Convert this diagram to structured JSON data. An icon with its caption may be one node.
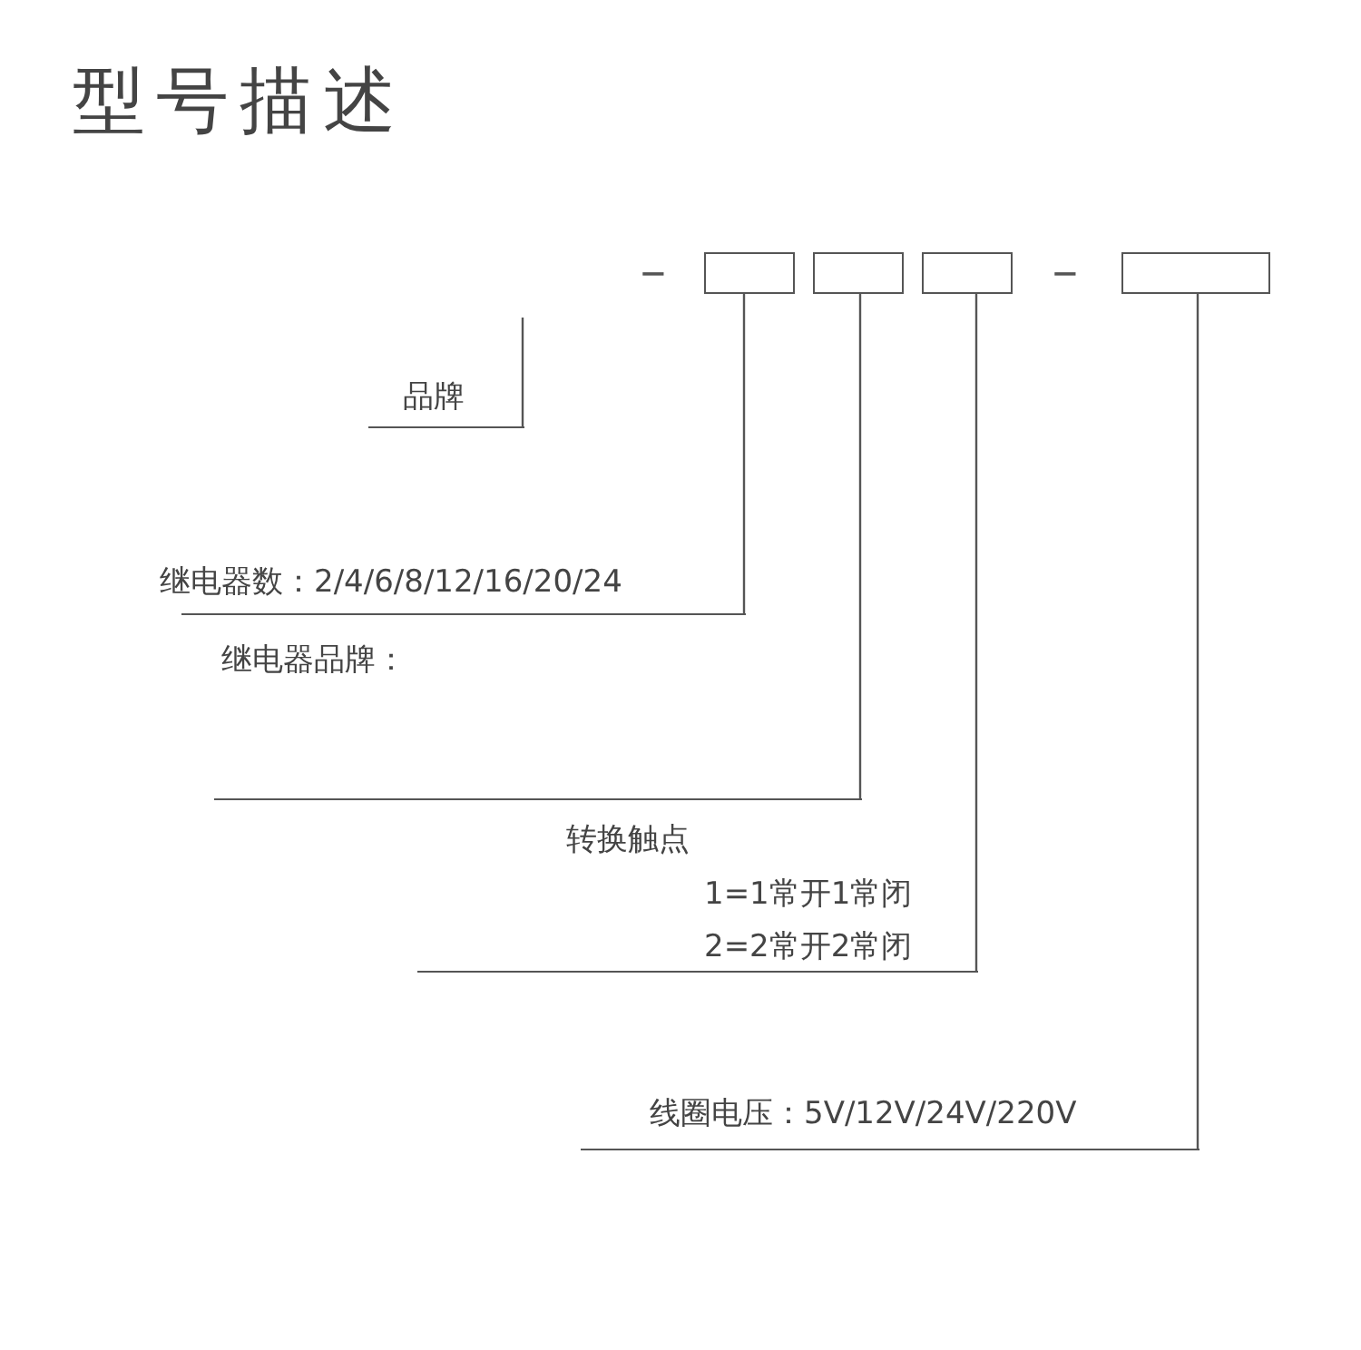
{
  "diagram": {
    "title": "型号描述",
    "nodes": [
      {
        "text": [],
        "shape": "box"
      },
      {
        "text": [],
        "shape": "box"
      },
      {
        "text": [],
        "shape": "box"
      },
      {
        "text": [],
        "shape": "box"
      },
      {
        "text": [
          "品牌"
        ]
      },
      {
        "text": [
          "继电器数：2/4/6/8/12/16/20/24"
        ]
      },
      {
        "text": [
          "继电器品牌："
        ]
      },
      {
        "text": [
          "转换触点",
          "1=1常开1常闭",
          "2=2常开2常闭"
        ]
      },
      {
        "text": [
          "线圈电压：5V/12V/24V/220V"
        ]
      }
    ],
    "edges": [
      {
        "from": null,
        "to": 4,
        "arrow": "none"
      },
      {
        "from": 0,
        "to": 5,
        "arrow": "none"
      },
      {
        "from": 1,
        "to": 6,
        "arrow": "none"
      },
      {
        "from": 2,
        "to": 7,
        "arrow": "none"
      },
      {
        "from": 3,
        "to": 8,
        "arrow": "none"
      }
    ],
    "labels": [
      "-",
      "-"
    ]
  }
}
